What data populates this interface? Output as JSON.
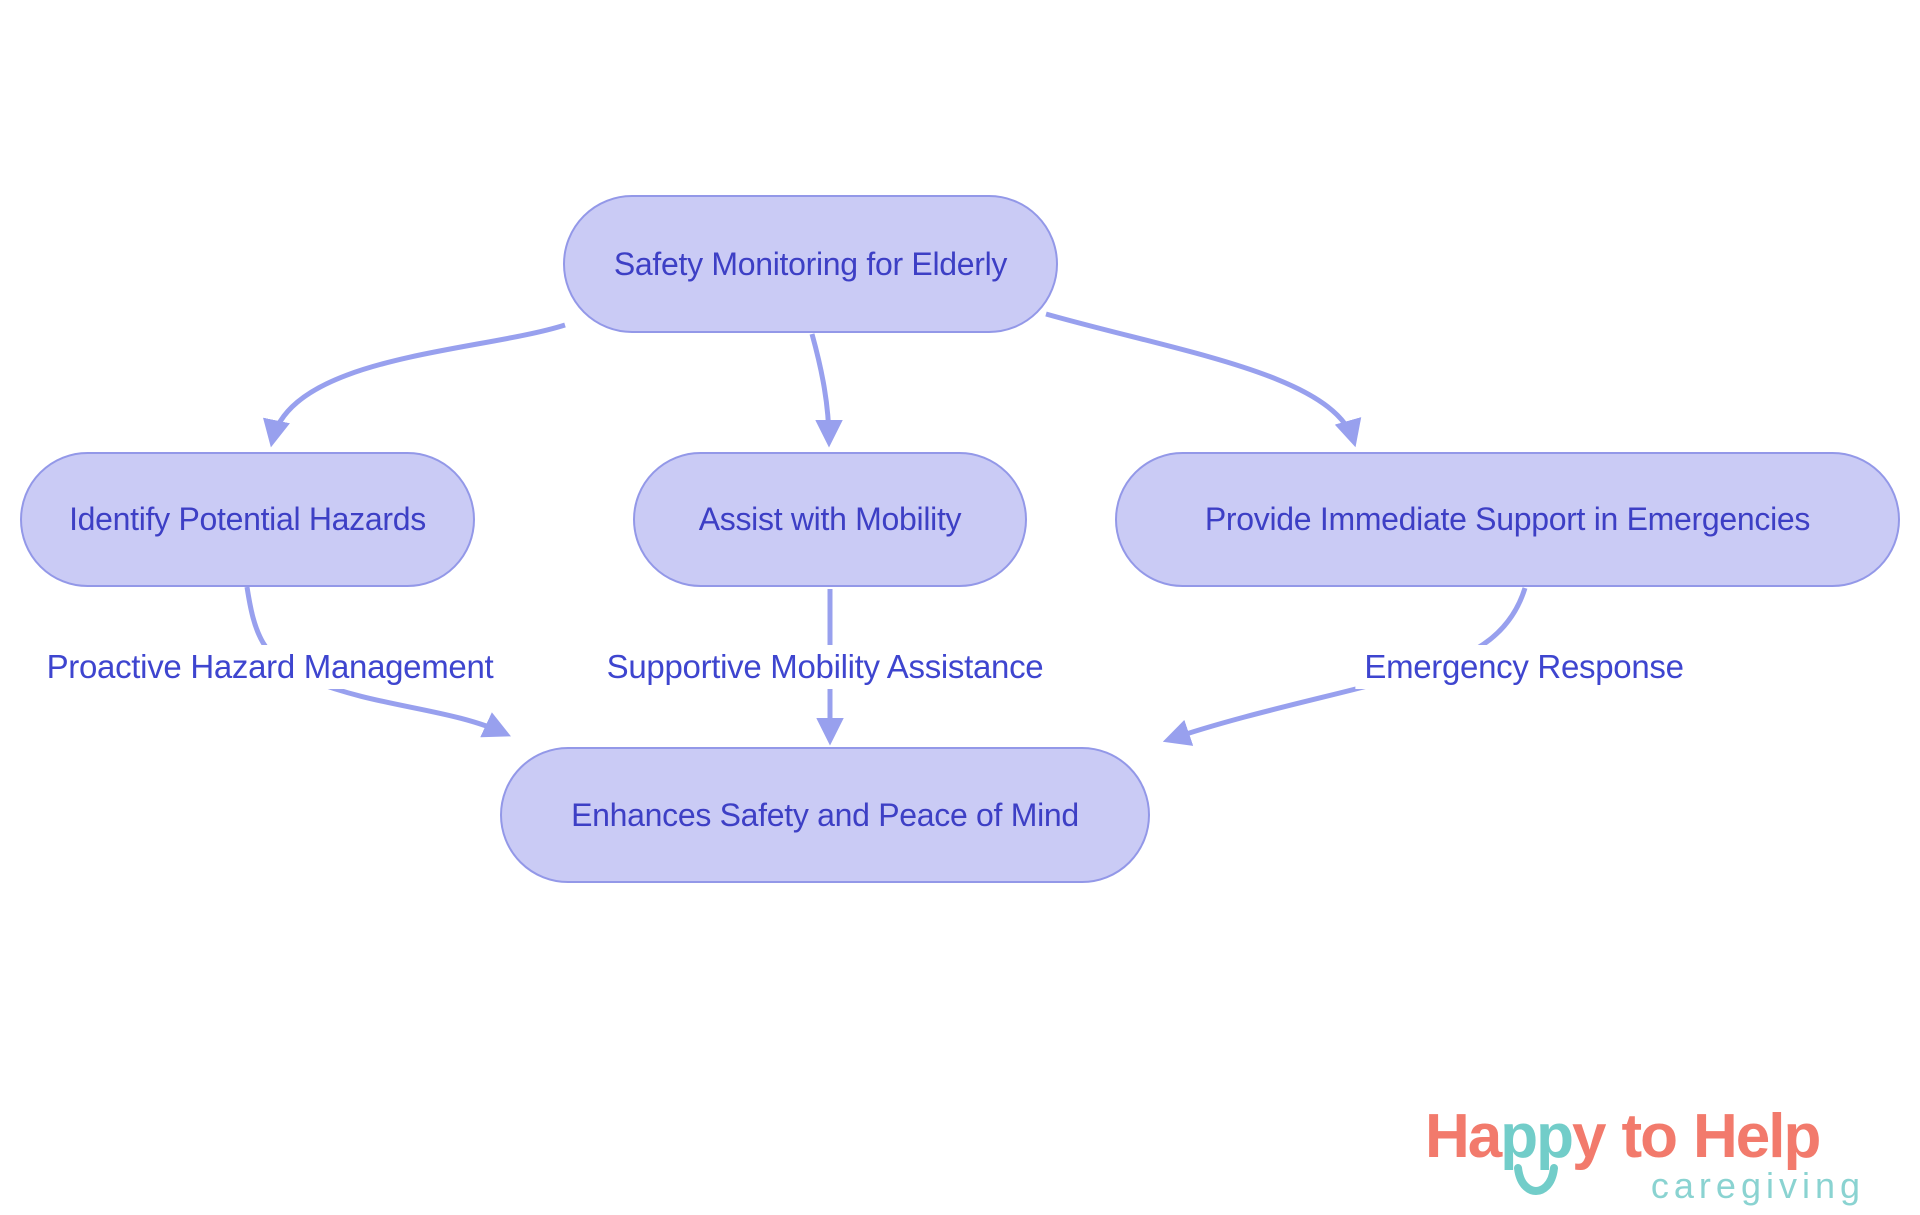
{
  "nodes": {
    "root": "Safety Monitoring for Elderly",
    "hazards": "Identify Potential Hazards",
    "mobility": "Assist with Mobility",
    "emergency": "Provide Immediate Support in Emergencies",
    "outcome": "Enhances Safety and Peace of Mind"
  },
  "edge_labels": {
    "hazards": "Proactive Hazard Management",
    "mobility": "Supportive Mobility Assistance",
    "emergency": "Emergency Response"
  },
  "colors": {
    "node_fill": "#cacbf5",
    "node_border": "#9398e8",
    "node_text": "#3d3fc5",
    "edge_stroke": "#98a0ee",
    "edge_label_text": "#3e45cf",
    "logo_coral": "#f27a6c",
    "logo_teal": "#72cdc9",
    "logo_subtitle_teal": "#8ad3d1"
  },
  "logo": {
    "ha": "Ha",
    "pp": "pp",
    "y": "y",
    "to": "to",
    "help": "Help",
    "subtitle": "caregiving"
  }
}
